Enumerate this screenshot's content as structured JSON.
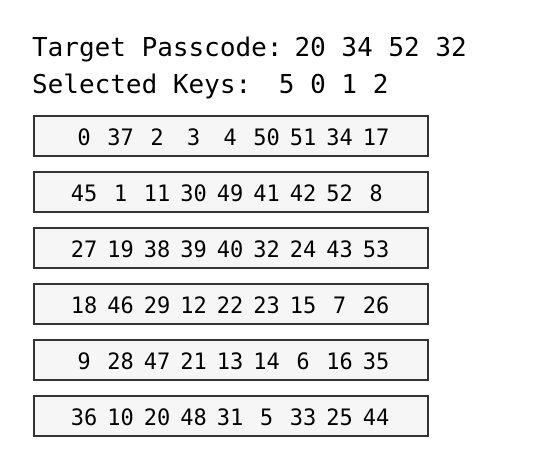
{
  "header": {
    "target_label": "Target Passcode:",
    "target_value": "20 34 52 32",
    "selected_label": "Selected Keys:",
    "selected_value": " 5 0 1 2"
  },
  "keypad": {
    "rows": [
      [
        "0",
        "37",
        "2",
        "3",
        "4",
        "50",
        "51",
        "34",
        "17"
      ],
      [
        "45",
        "1",
        "11",
        "30",
        "49",
        "41",
        "42",
        "52",
        "8"
      ],
      [
        "27",
        "19",
        "38",
        "39",
        "40",
        "32",
        "24",
        "43",
        "53"
      ],
      [
        "18",
        "46",
        "29",
        "12",
        "22",
        "23",
        "15",
        "7",
        "26"
      ],
      [
        "9",
        "28",
        "47",
        "21",
        "13",
        "14",
        "6",
        "16",
        "35"
      ],
      [
        "36",
        "10",
        "20",
        "48",
        "31",
        "5",
        "33",
        "25",
        "44"
      ]
    ]
  }
}
